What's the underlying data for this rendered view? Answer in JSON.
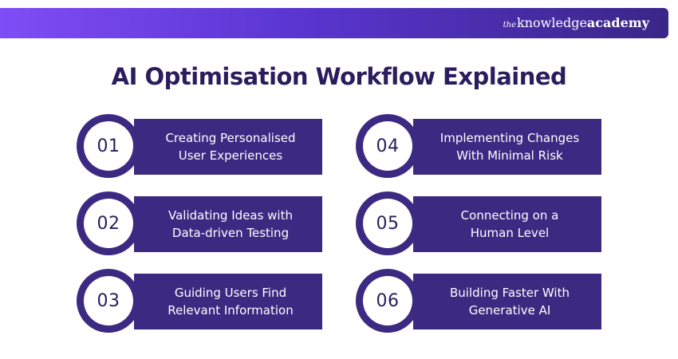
{
  "header": {
    "brand_prefix": "the",
    "brand_word1": "knowledge",
    "brand_word2": "academy",
    "gradient_colors": [
      "#7f4df5",
      "#5a35d0",
      "#3a2688"
    ]
  },
  "title": "AI Optimisation Workflow Explained",
  "colors": {
    "box": "#3a2a82",
    "title": "#2a1d5e"
  },
  "steps": [
    {
      "number": "01",
      "line1": "Creating Personalised",
      "line2": "User Experiences"
    },
    {
      "number": "02",
      "line1": "Validating Ideas with",
      "line2": "Data-driven Testing"
    },
    {
      "number": "03",
      "line1": "Guiding Users Find",
      "line2": "Relevant Information"
    },
    {
      "number": "04",
      "line1": "Implementing Changes",
      "line2": "With Minimal Risk"
    },
    {
      "number": "05",
      "line1": "Connecting on a",
      "line2": "Human Level"
    },
    {
      "number": "06",
      "line1": "Building Faster With",
      "line2": "Generative AI"
    }
  ]
}
